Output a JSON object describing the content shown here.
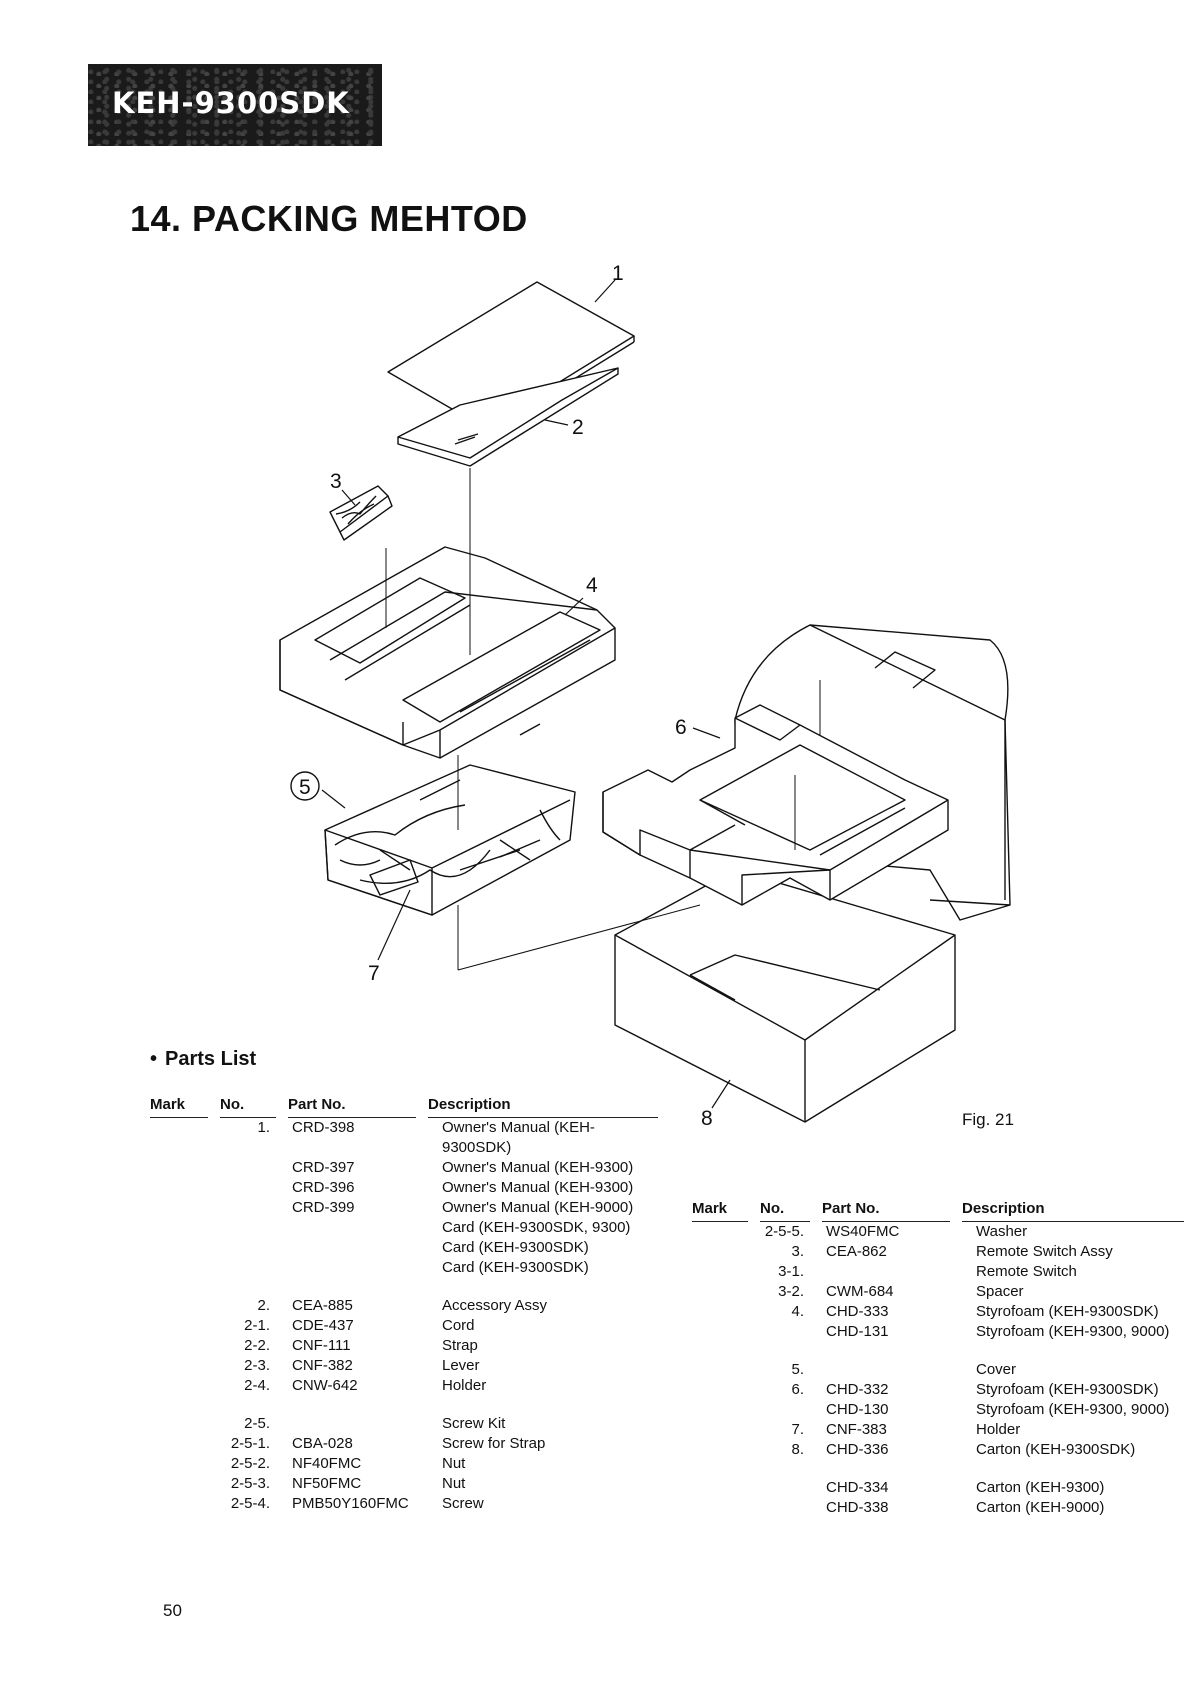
{
  "header": {
    "model": "KEH-9300SDK"
  },
  "section_title": "14. PACKING MEHTOD",
  "figure": {
    "caption": "Fig. 21",
    "callouts": [
      "1",
      "2",
      "3",
      "4",
      "5",
      "6",
      "7",
      "8"
    ]
  },
  "parts_list": {
    "heading": "Parts List",
    "columns": {
      "mark": "Mark",
      "no": "No.",
      "part_no": "Part No.",
      "description": "Description"
    },
    "left_rows": [
      {
        "mark": "",
        "no": "1.",
        "part_no": "CRD-398",
        "description": "Owner's Manual (KEH-9300SDK)"
      },
      {
        "mark": "",
        "no": "",
        "part_no": "CRD-397",
        "description": "Owner's Manual (KEH-9300)"
      },
      {
        "mark": "",
        "no": "",
        "part_no": "CRD-396",
        "description": "Owner's Manual (KEH-9300)"
      },
      {
        "mark": "",
        "no": "",
        "part_no": "CRD-399",
        "description": "Owner's Manual (KEH-9000)"
      },
      {
        "mark": "",
        "no": "",
        "part_no": "",
        "description": "Card (KEH-9300SDK, 9300)"
      },
      {
        "mark": "",
        "no": "",
        "part_no": "",
        "description": "Card (KEH-9300SDK)"
      },
      {
        "mark": "",
        "no": "",
        "part_no": "",
        "description": "Card (KEH-9300SDK)"
      },
      {
        "gap": true
      },
      {
        "mark": "",
        "no": "2.",
        "part_no": "CEA-885",
        "description": "Accessory Assy"
      },
      {
        "mark": "",
        "no": "2-1.",
        "part_no": "CDE-437",
        "description": "Cord"
      },
      {
        "mark": "",
        "no": "2-2.",
        "part_no": "CNF-111",
        "description": "Strap"
      },
      {
        "mark": "",
        "no": "2-3.",
        "part_no": "CNF-382",
        "description": "Lever"
      },
      {
        "mark": "",
        "no": "2-4.",
        "part_no": "CNW-642",
        "description": "Holder"
      },
      {
        "gap": true
      },
      {
        "mark": "",
        "no": "2-5.",
        "part_no": "",
        "description": "Screw Kit"
      },
      {
        "mark": "",
        "no": "2-5-1.",
        "part_no": "CBA-028",
        "description": "Screw for Strap"
      },
      {
        "mark": "",
        "no": "2-5-2.",
        "part_no": "NF40FMC",
        "description": "Nut"
      },
      {
        "mark": "",
        "no": "2-5-3.",
        "part_no": "NF50FMC",
        "description": "Nut"
      },
      {
        "mark": "",
        "no": "2-5-4.",
        "part_no": "PMB50Y160FMC",
        "description": "Screw"
      }
    ],
    "right_rows": [
      {
        "mark": "",
        "no": "2-5-5.",
        "part_no": "WS40FMC",
        "description": "Washer"
      },
      {
        "mark": "",
        "no": "3.",
        "part_no": "CEA-862",
        "description": "Remote Switch Assy"
      },
      {
        "mark": "",
        "no": "3-1.",
        "part_no": "",
        "description": "Remote Switch"
      },
      {
        "mark": "",
        "no": "3-2.",
        "part_no": "CWM-684",
        "description": "Spacer"
      },
      {
        "mark": "",
        "no": "4.",
        "part_no": "CHD-333",
        "description": "Styrofoam (KEH-9300SDK)"
      },
      {
        "mark": "",
        "no": "",
        "part_no": "CHD-131",
        "description": "Styrofoam (KEH-9300, 9000)"
      },
      {
        "gap": true
      },
      {
        "mark": "",
        "no": "5.",
        "part_no": "",
        "description": "Cover"
      },
      {
        "mark": "",
        "no": "6.",
        "part_no": "CHD-332",
        "description": "Styrofoam (KEH-9300SDK)"
      },
      {
        "mark": "",
        "no": "",
        "part_no": "CHD-130",
        "description": "Styrofoam (KEH-9300, 9000)"
      },
      {
        "mark": "",
        "no": "7.",
        "part_no": "CNF-383",
        "description": "Holder"
      },
      {
        "mark": "",
        "no": "8.",
        "part_no": "CHD-336",
        "description": "Carton (KEH-9300SDK)"
      },
      {
        "gap": true
      },
      {
        "mark": "",
        "no": "",
        "part_no": "CHD-334",
        "description": "Carton (KEH-9300)"
      },
      {
        "mark": "",
        "no": "",
        "part_no": "CHD-338",
        "description": "Carton (KEH-9000)"
      }
    ]
  },
  "page_number": "50"
}
